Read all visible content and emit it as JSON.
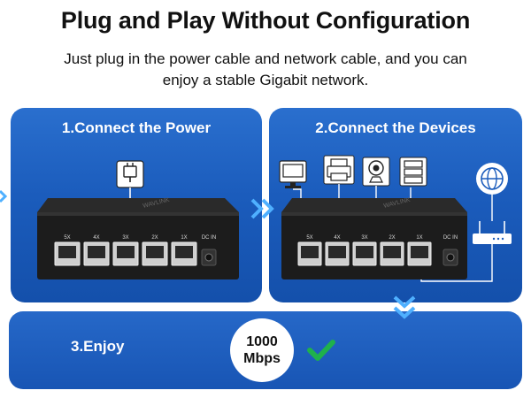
{
  "headline": "Plug and Play Without Configuration",
  "subline": "Just plug in the power cable and network cable, and you can enjoy a stable Gigabit network.",
  "brand": "WAVLINK",
  "steps": [
    {
      "title": "1.Connect the Power"
    },
    {
      "title": "2.Connect the Devices"
    },
    {
      "title": "3.Enjoy"
    }
  ],
  "ports": [
    "5X",
    "4X",
    "3X",
    "2X",
    "1X",
    "DC IN"
  ],
  "speed": {
    "value": "1000",
    "unit": "Mbps"
  },
  "icons": [
    "power-plug-icon",
    "desktop-computer-icon",
    "printer-icon",
    "webcam-icon",
    "server-icon",
    "globe-icon",
    "router-icon",
    "check-icon",
    "double-chevron-icon"
  ],
  "colors": {
    "panel_blue": "#1b5cbc",
    "switch_body": "#1e1e1e",
    "port_silver": "#c8c8c8",
    "check_green": "#1fb14c",
    "chevron_blue": "#4fb0ff"
  }
}
